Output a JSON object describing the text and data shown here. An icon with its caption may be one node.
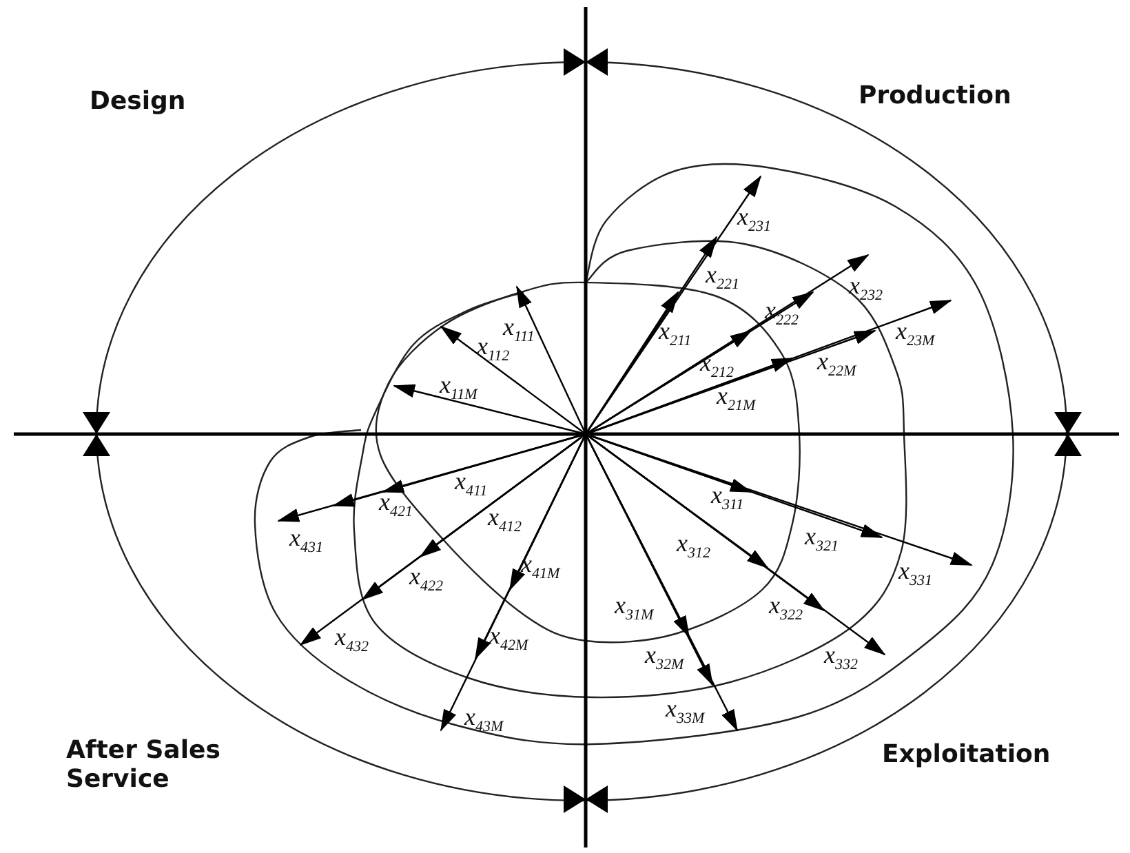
{
  "diagram": {
    "labels": [
      "Design",
      "Production",
      "x$_{231}$",
      "x$_{221}$",
      "x$_{232}$",
      "x$_{111}$",
      "x$_{222}$",
      "x$_{112}$",
      "x$_{211}$",
      "x$_{23M}$",
      "x$_{212}$",
      "x$_{22M}$",
      "x$_{11M}$",
      "x$_{21M}$",
      "x$_{411}$",
      "x$_{311}$",
      "x$_{421}$",
      "x$_{412}$",
      "x$_{431}$",
      "x$_{321}$",
      "x$_{312}$",
      "x$_{331}$",
      "x$_{41M}$",
      "x$_{422}$",
      "x$_{322}$",
      "x$_{31M}$",
      "x$_{42M}$",
      "x$_{432}$",
      "x$_{332}$",
      "x$_{32M}$",
      "x$_{33M}$",
      "x$_{43M}$",
      "After Sales Service",
      "Exploitation"
    ]
  }
}
